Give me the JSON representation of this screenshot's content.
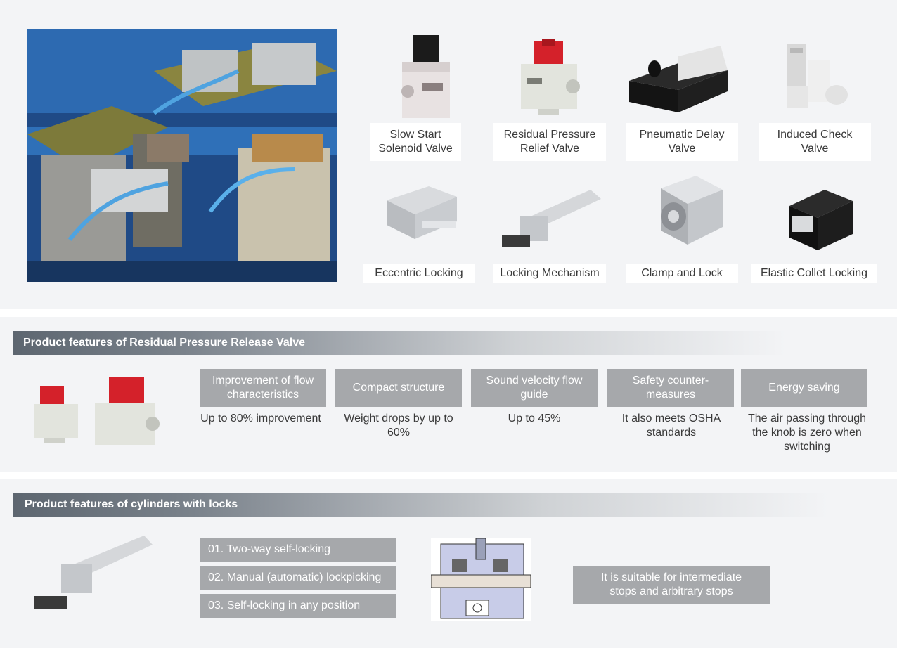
{
  "products": [
    {
      "label": "Slow Start\nSolenoid Valve",
      "icon": "solenoid-valve-icon"
    },
    {
      "label": "Residual Pressure\nRelief Valve",
      "icon": "relief-valve-icon"
    },
    {
      "label": "Pneumatic Delay\nValve",
      "icon": "delay-valve-icon"
    },
    {
      "label": "Induced Check\nValve",
      "icon": "check-valve-icon"
    },
    {
      "label": "Eccentric Locking",
      "icon": "eccentric-lock-icon"
    },
    {
      "label": "Locking Mechanism",
      "icon": "lock-mechanism-icon"
    },
    {
      "label": "Clamp and Lock",
      "icon": "clamp-lock-icon"
    },
    {
      "label": "Elastic Collet Locking",
      "icon": "collet-lock-icon"
    }
  ],
  "residual": {
    "title": "Product features of Residual Pressure Release Valve",
    "features": [
      {
        "head": "Improvement of flow characteristics",
        "desc": "Up to 80% improvement"
      },
      {
        "head": "Compact structure",
        "desc": "Weight drops by up to 60%"
      },
      {
        "head": "Sound velocity flow guide",
        "desc": "Up to 45%"
      },
      {
        "head": "Safety counter-measures",
        "desc": "It also meets OSHA standards"
      },
      {
        "head": "Energy saving",
        "desc": "The air passing through the knob is zero when switching"
      }
    ]
  },
  "locks": {
    "title": "Product features of cylinders with locks",
    "items": [
      "01. Two-way self-locking",
      "02. Manual (automatic) lockpicking",
      "03. Self-locking in any position"
    ],
    "suitable": "It is suitable for intermediate stops and arbitrary stops"
  },
  "colors": {
    "banner_dark": "#5d6670",
    "feature_box": "#a6a8ab",
    "panel_bg": "#f3f4f6",
    "accent_red": "#d4212a"
  }
}
